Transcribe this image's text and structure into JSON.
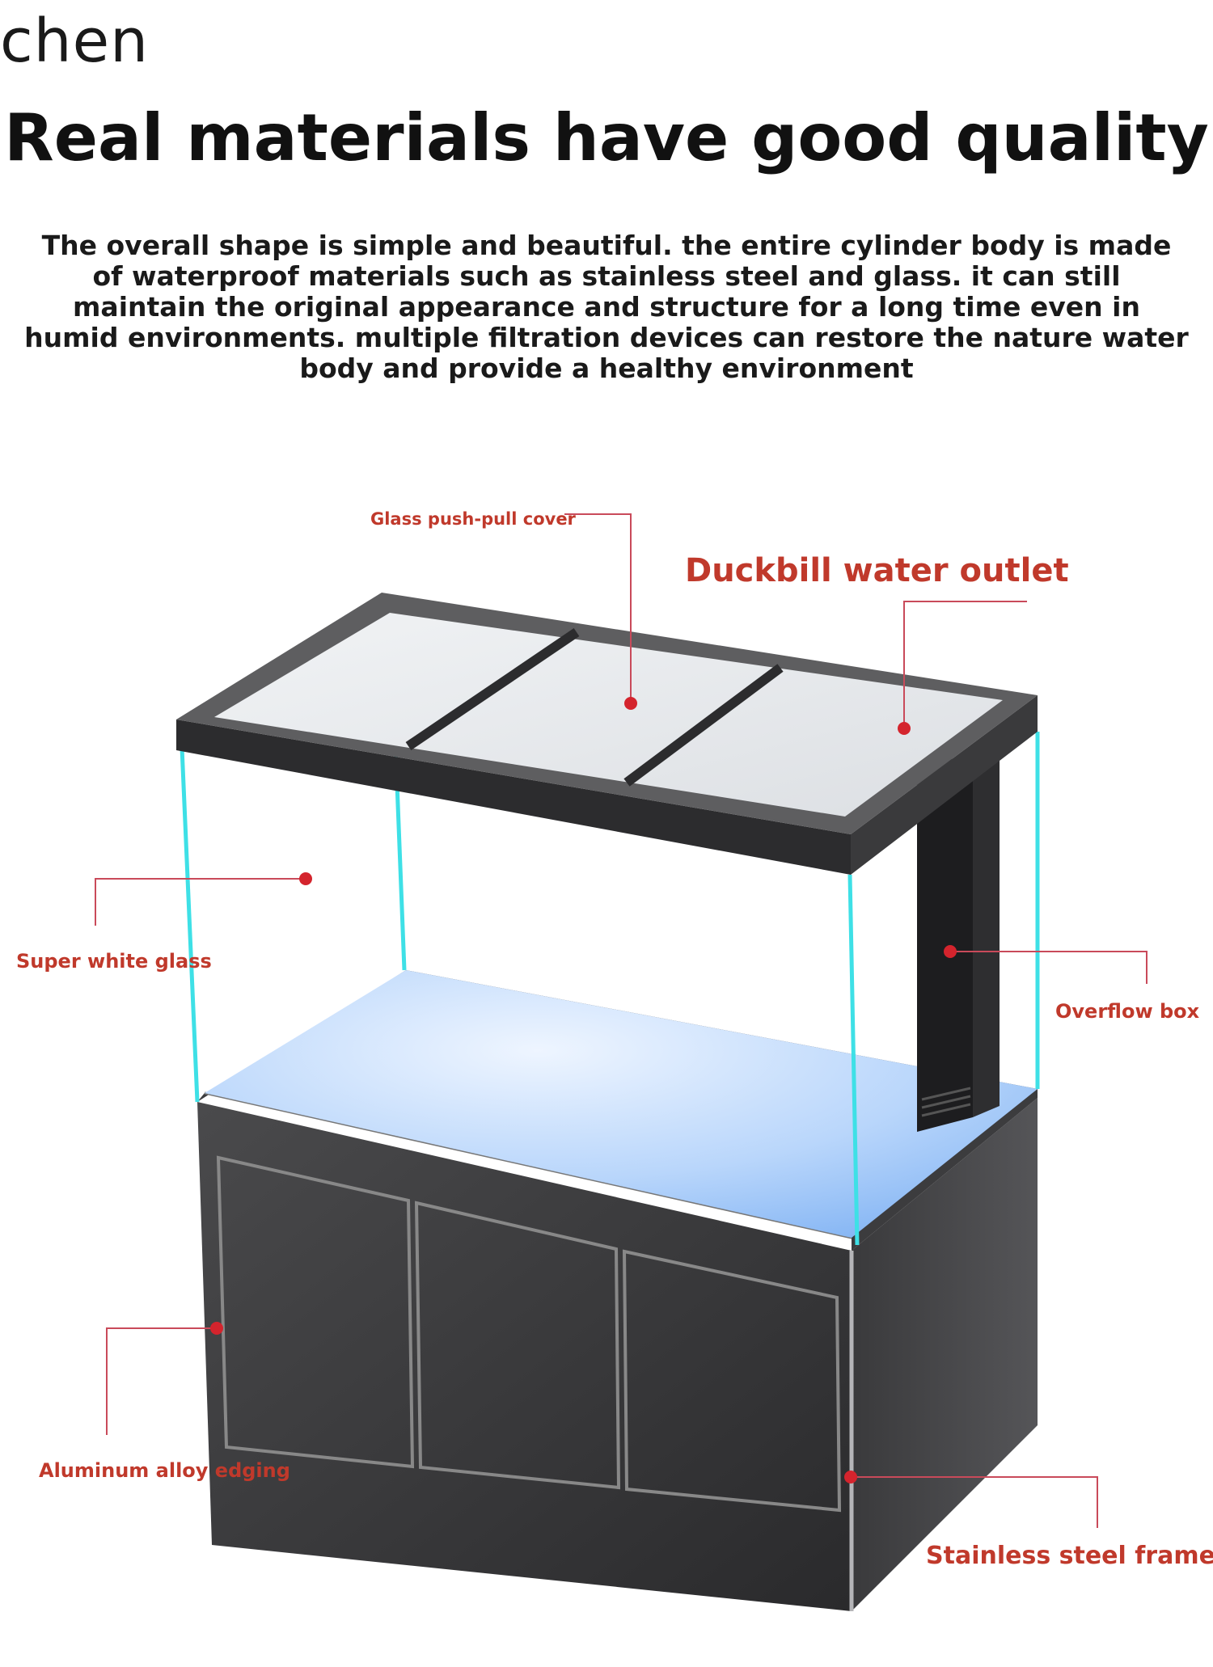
{
  "brand": "chen",
  "headline": "Real materials have good quality",
  "description": "The overall shape is simple and beautiful. the entire cylinder body is made of waterproof materials such as stainless steel and glass. it can still maintain the original appearance and structure for a long time even in humid environments. multiple filtration devices can restore the nature water body and provide a healthy environment",
  "accent_color": "#c0392b",
  "callouts": {
    "glass_cover": "Glass push-pull cover",
    "duckbill_outlet": "Duckbill water outlet",
    "super_white_glass": "Super white glass",
    "overflow_box": "Overflow box",
    "aluminum_edging": "Aluminum alloy edging",
    "stainless_frame": "Stainless steel frame"
  }
}
